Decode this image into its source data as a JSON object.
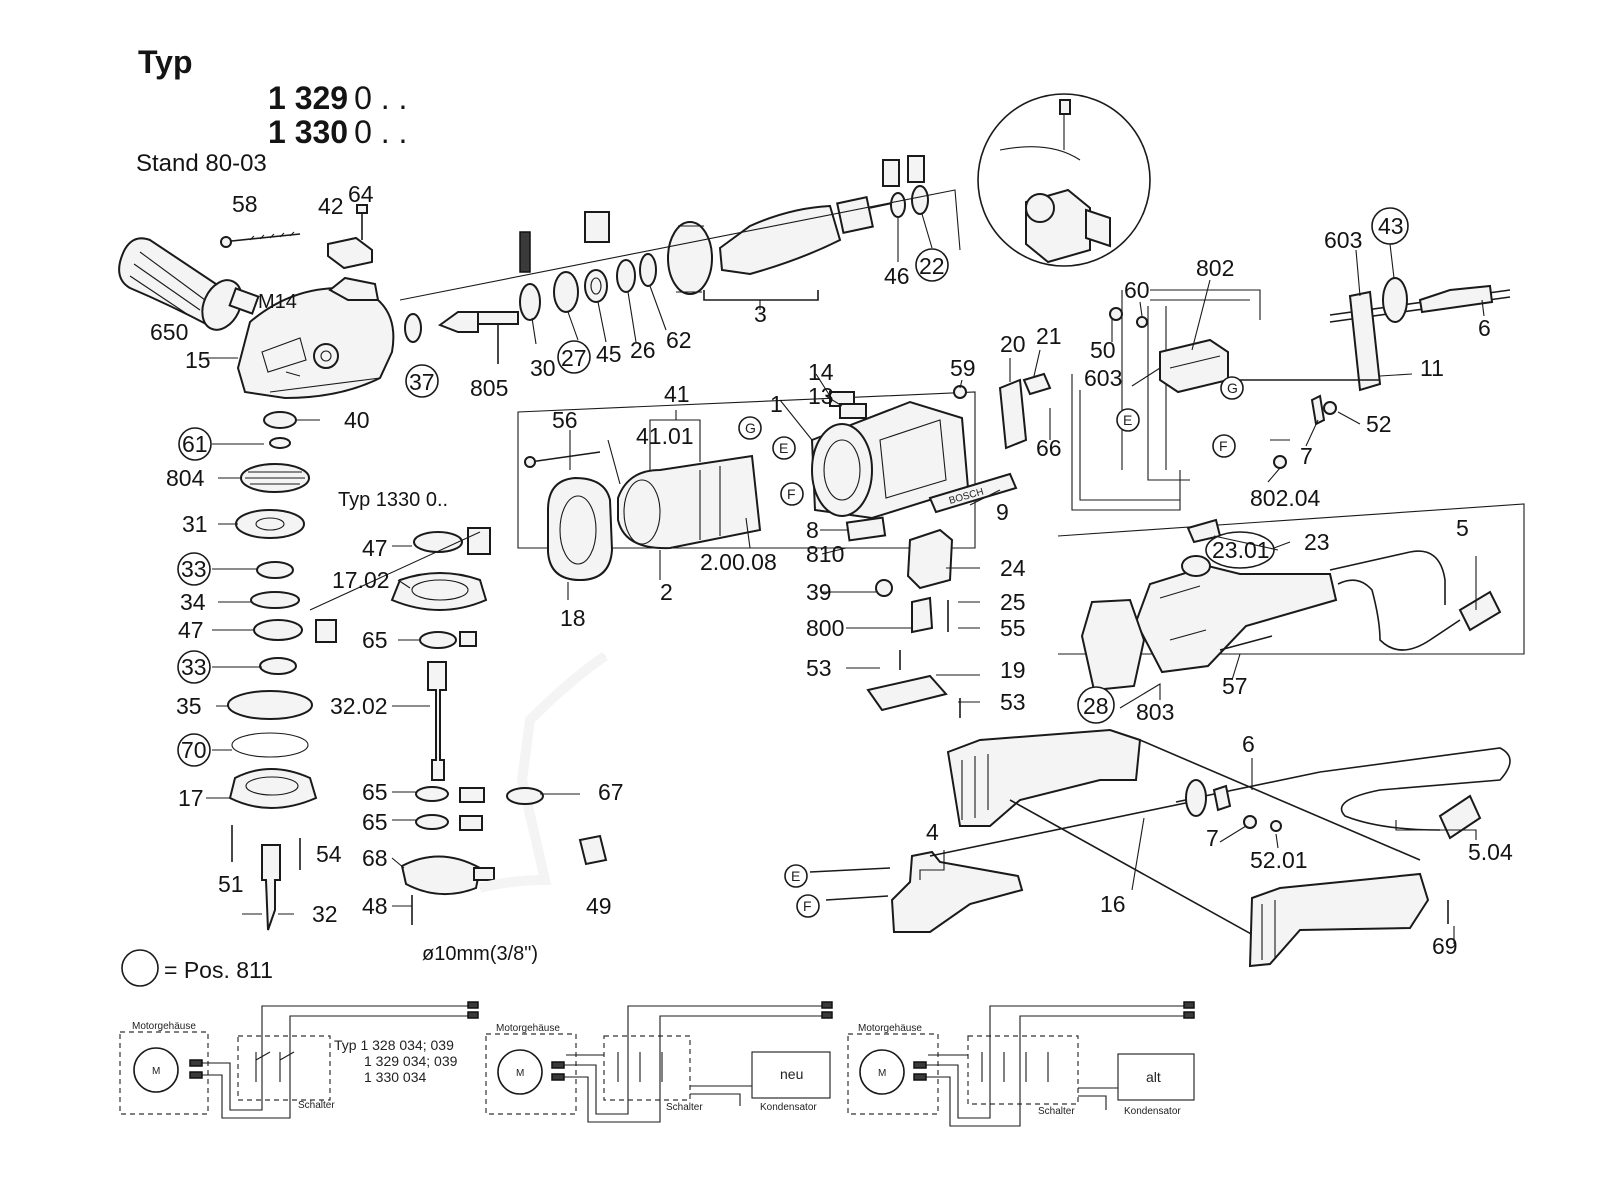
{
  "header": {
    "typ_label": "Typ",
    "type_numbers": [
      {
        "number": "1 329",
        "suffix": "0 . ."
      },
      {
        "number": "1 330",
        "suffix": "0 . ."
      }
    ],
    "stand": "Stand 80-03"
  },
  "labels": {
    "p58": "58",
    "p42": "42",
    "p64": "64",
    "p650": "650",
    "m14": "M14",
    "p15": "15",
    "p37": "37",
    "p805": "805",
    "p30": "30",
    "p27": "27",
    "p45": "45",
    "p26": "26",
    "p62": "62",
    "p3": "3",
    "p46": "46",
    "p22": "22",
    "p40": "40",
    "p61": "61",
    "p804": "804",
    "p31": "31",
    "p33a": "33",
    "p34": "34",
    "p47a": "47",
    "p33b": "33",
    "p35": "35",
    "p70": "70",
    "p17": "17",
    "p51": "51",
    "p54": "54",
    "p32": "32",
    "typ1330": "Typ  1330  0..",
    "p47b": "47",
    "p17_02": "17.02",
    "p65a": "65",
    "p32_02": "32.02",
    "p65b": "65",
    "p65c": "65",
    "p68": "68",
    "p48": "48",
    "dia": "ø10mm(3/8\")",
    "p67": "67",
    "p49": "49",
    "p56": "56",
    "p41": "41",
    "p41_01": "41.01",
    "p18": "18",
    "p2": "2",
    "p2_00_08": "2.00.08",
    "p14": "14",
    "p13": "13",
    "p1": "1",
    "p59": "59",
    "p20": "20",
    "p21": "21",
    "p66": "66",
    "p9": "9",
    "p8": "8",
    "p810": "810",
    "p24": "24",
    "p39": "39",
    "p25": "25",
    "p800": "800",
    "p55": "55",
    "p53a": "53",
    "p19": "19",
    "p53b": "53",
    "p50": "50",
    "p60": "60",
    "p802": "802",
    "p603a": "603",
    "p603b": "603",
    "p43": "43",
    "p6a": "6",
    "p11": "11",
    "p52": "52",
    "p7a": "7",
    "p802_04": "802.04",
    "p23": "23",
    "p23_01": "23.01",
    "p5": "5",
    "p57": "57",
    "p28": "28",
    "p803": "803",
    "p6b": "6",
    "p7b": "7",
    "p52_01": "52.01",
    "p5_04": "5.04",
    "p4": "4",
    "p16": "16",
    "p69": "69",
    "wE1": "E",
    "wG1": "G",
    "wF1": "F",
    "wE2": "E",
    "wG2": "G",
    "wF2": "F",
    "wE3": "E",
    "wF3": "F"
  },
  "legend": {
    "symbol": "circle",
    "text": "= Pos. 811"
  },
  "wiring": {
    "motor_housing_label": "Motorgehäuse",
    "motor_symbol": "M",
    "switch_label": "Schalter",
    "capacitor_label": "Kondensator",
    "diagrams": [
      {
        "type_lines": [
          "Typ 1 328 034; 039",
          "1 329 034; 039",
          "1 330 034"
        ]
      },
      {
        "capacitor": "neu"
      },
      {
        "capacitor": "alt"
      }
    ]
  }
}
